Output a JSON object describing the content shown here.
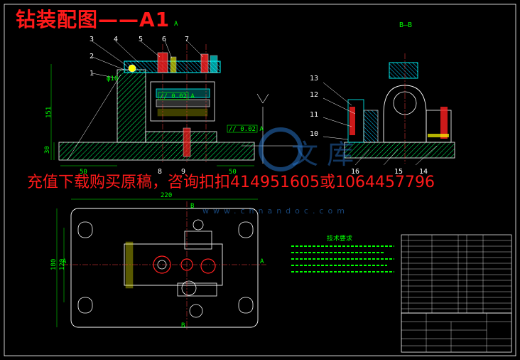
{
  "title": "钻装配图——A1",
  "promo_text": "充值下载购买原稿，咨询扣扣414951605或1064457796",
  "section_label": "B–B",
  "watermark": "www.chnandoc.com",
  "part_numbers_top": [
    "1",
    "2",
    "3",
    "4",
    "5",
    "6",
    "7"
  ],
  "part_numbers_right": [
    "13",
    "12",
    "11",
    "10",
    "16",
    "15",
    "14"
  ],
  "part_numbers_bottom": [
    "8",
    "9"
  ],
  "dimensions": {
    "height_total": "151",
    "height_base": "30",
    "base_left": "50",
    "base_right": "50",
    "width_plan": "220",
    "plan_h1": "180",
    "plan_h2": "120",
    "hole_dia": "ф10",
    "tol1": "// 0.02 A",
    "tol2": "// 0.02 A",
    "datum": "A"
  },
  "tech_req_title": "技术要求",
  "plan_marks": {
    "b_top": "B",
    "b_bottom": "B",
    "a_left": "A",
    "a_right": "A"
  },
  "colors": {
    "background": "#000000",
    "outline": "#ffffff",
    "parts": "#00ffff",
    "hatch": "#00ff00",
    "fill_yellow": "#ffff00",
    "fill_red": "#ff2020",
    "dimension": "#00ff00",
    "titleblock": "#ffffff"
  }
}
